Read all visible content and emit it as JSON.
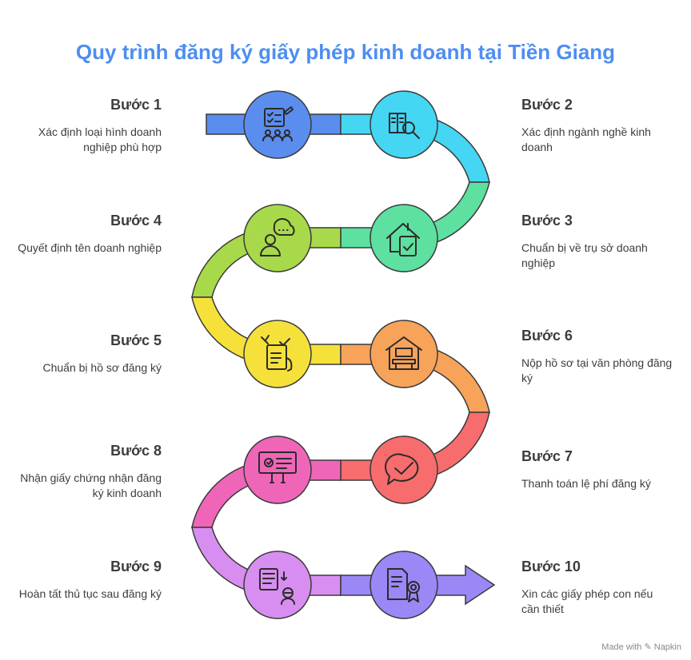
{
  "title": "Quy trình đăng ký giấy phép kinh doanh tại Tiền Giang",
  "steps": [
    {
      "label": "Bước 1",
      "desc": "Xác định loại hình doanh nghiệp phù hợp"
    },
    {
      "label": "Bước 2",
      "desc": "Xác định ngành nghề kinh doanh"
    },
    {
      "label": "Bước 3",
      "desc": "Chuẩn bị về trụ sở doanh nghiệp"
    },
    {
      "label": "Bước 4",
      "desc": "Quyết định tên doanh nghiệp"
    },
    {
      "label": "Bước 5",
      "desc": "Chuẩn bị hồ sơ đăng ký"
    },
    {
      "label": "Bước 6",
      "desc": "Nộp hồ sơ tại văn phòng đăng ký"
    },
    {
      "label": "Bước 7",
      "desc": "Thanh toán lệ phí đăng ký"
    },
    {
      "label": "Bước 8",
      "desc": "Nhận giấy chứng nhận đăng ký kinh doanh"
    },
    {
      "label": "Bước 9",
      "desc": "Hoàn tất thủ tục sau đăng ký"
    },
    {
      "label": "Bước 10",
      "desc": "Xin các giấy phép con nếu cần thiết"
    }
  ],
  "icons": [
    "checklist-people-icon",
    "book-search-icon",
    "house-document-icon",
    "person-thinking-icon",
    "document-signing-icon",
    "office-building-icon",
    "chat-check-icon",
    "presentation-board-icon",
    "document-person-icon",
    "certificate-icon"
  ],
  "colors": {
    "title": "#4d8ef2",
    "row1": "#5b8def",
    "row2": "#44d6f2",
    "row3": "#5ee0a0",
    "row4": "#a8d94a",
    "row5": "#f6e13b",
    "row6": "#f7a35a",
    "row7": "#f76c6c",
    "row8": "#ef66b8",
    "row9": "#d88ef0",
    "row10": "#9b87f5"
  },
  "branding": "Made with ✎ Napkin"
}
